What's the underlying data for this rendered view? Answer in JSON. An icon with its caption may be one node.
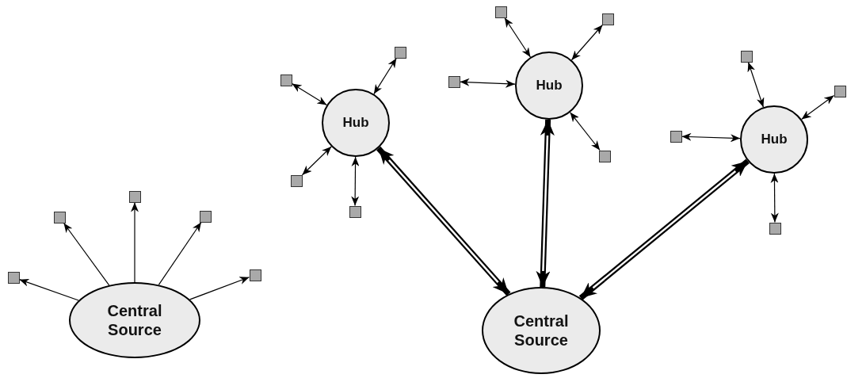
{
  "diagram": {
    "nodes": [
      {
        "text": [
          "Central Source"
        ]
      },
      {
        "text": [],
        "shape": "box"
      },
      {
        "text": [],
        "shape": "box"
      },
      {
        "text": [],
        "shape": "box"
      },
      {
        "text": [],
        "shape": "box"
      },
      {
        "text": [],
        "shape": "box"
      },
      {
        "text": [
          "Hub"
        ]
      },
      {
        "text": [],
        "shape": "box"
      },
      {
        "text": [],
        "shape": "box"
      },
      {
        "text": [],
        "shape": "box"
      },
      {
        "text": [],
        "shape": "box"
      },
      {
        "text": [
          "Hub"
        ]
      },
      {
        "text": [],
        "shape": "box"
      },
      {
        "text": [],
        "shape": "box"
      },
      {
        "text": [],
        "shape": "box"
      },
      {
        "text": [],
        "shape": "box"
      },
      {
        "text": [
          "Hub"
        ]
      },
      {
        "text": [],
        "shape": "box"
      },
      {
        "text": [],
        "shape": "box"
      },
      {
        "text": [],
        "shape": "box"
      },
      {
        "text": [],
        "shape": "box"
      },
      {
        "text": [
          "Central Source"
        ]
      }
    ],
    "edges": [
      {
        "from": 0,
        "to": 1,
        "arrow": "to"
      },
      {
        "from": 0,
        "to": 2,
        "arrow": "to"
      },
      {
        "from": 0,
        "to": 3,
        "arrow": "to"
      },
      {
        "from": 0,
        "to": 4,
        "arrow": "to"
      },
      {
        "from": 0,
        "to": 5,
        "arrow": "to"
      },
      {
        "from": 6,
        "to": 7,
        "arrow": "both"
      },
      {
        "from": 6,
        "to": 8,
        "arrow": "both"
      },
      {
        "from": 6,
        "to": 9,
        "arrow": "both"
      },
      {
        "from": 6,
        "to": 10,
        "arrow": "both"
      },
      {
        "from": 11,
        "to": 12,
        "arrow": "both"
      },
      {
        "from": 11,
        "to": 13,
        "arrow": "both"
      },
      {
        "from": 11,
        "to": 14,
        "arrow": "both"
      },
      {
        "from": 11,
        "to": 15,
        "arrow": "both"
      },
      {
        "from": 16,
        "to": 17,
        "arrow": "both"
      },
      {
        "from": 16,
        "to": 18,
        "arrow": "both"
      },
      {
        "from": 16,
        "to": 19,
        "arrow": "both"
      },
      {
        "from": 16,
        "to": 20,
        "arrow": "both"
      },
      {
        "from": 21,
        "to": 6,
        "arrow": "both",
        "style": "thick"
      },
      {
        "from": 21,
        "to": 11,
        "arrow": "both",
        "style": "thick"
      },
      {
        "from": 21,
        "to": 16,
        "arrow": "both",
        "style": "thick"
      }
    ]
  }
}
